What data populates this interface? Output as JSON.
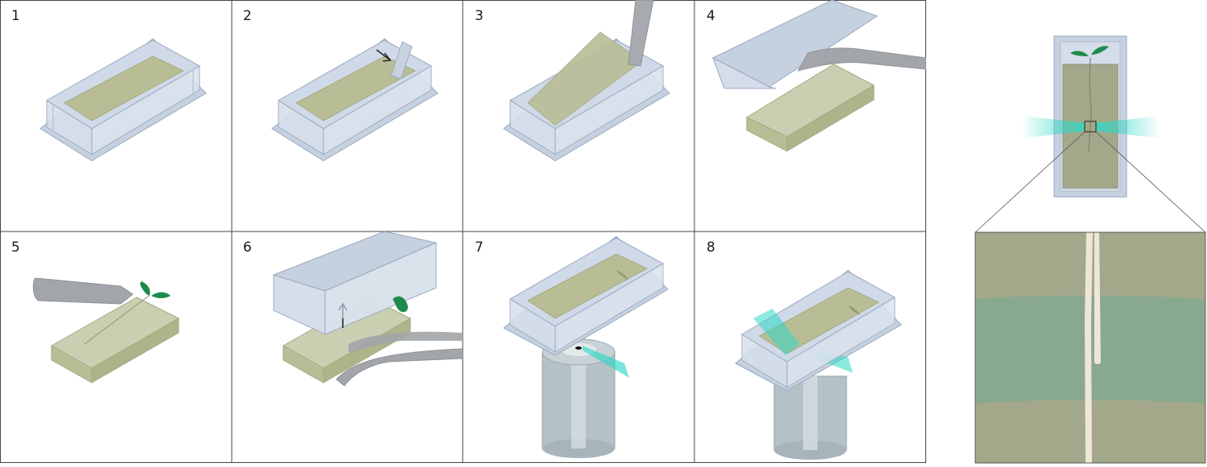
{
  "steps": [
    {
      "number": "1"
    },
    {
      "number": "2"
    },
    {
      "number": "3"
    },
    {
      "number": "4"
    },
    {
      "number": "5"
    },
    {
      "number": "6"
    },
    {
      "number": "7"
    },
    {
      "number": "8"
    }
  ],
  "colors": {
    "chamber_glass": "#c3cfdf",
    "chamber_edge": "#9aa9bf",
    "gel": "#b8bd95",
    "gel_dark": "#a6ab83",
    "tool_grey": "#9c9fa3",
    "seedling_green": "#1f8a4c",
    "light_sheet": "#2fd8c6",
    "objective": "#b4c1c7",
    "root": "#efe6d8",
    "zoom_bg": "#a3a88a",
    "zoom_band": "#88a98e"
  }
}
